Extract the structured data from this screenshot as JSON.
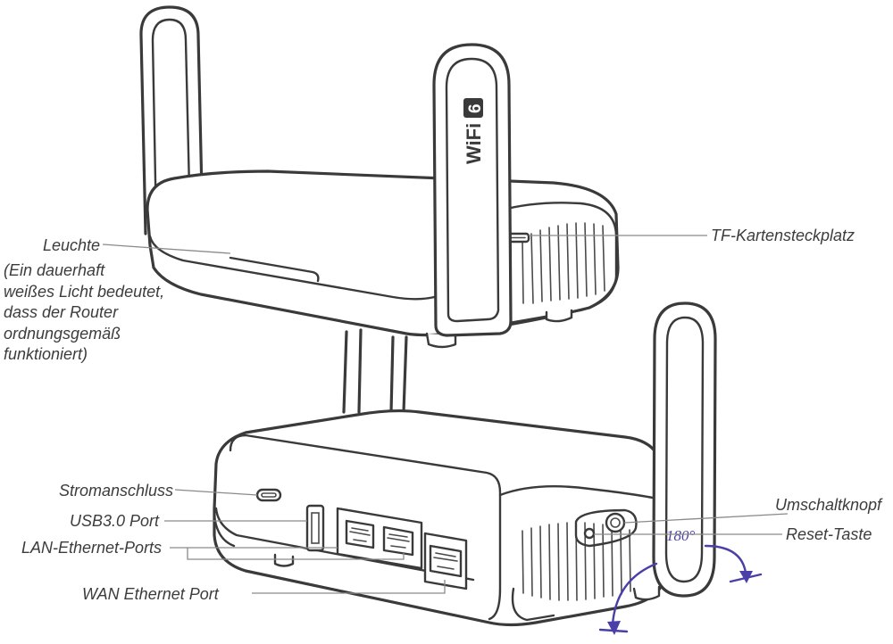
{
  "labels": {
    "leuchte": "Leuchte",
    "leuchte_note": [
      "(Ein dauerhaft",
      "weißes Licht bedeutet,",
      "dass der Router",
      "ordnungsgemäß",
      "funktioniert)"
    ],
    "tf_slot": "TF-Kartensteckplatz",
    "power": "Stromanschluss",
    "usb": "USB3.0 Port",
    "lan": "LAN-Ethernet-Ports",
    "wan": "WAN Ethernet Port",
    "switch": "Umschaltknopf",
    "reset": "Reset-Taste"
  },
  "antenna_text": "WiFi",
  "antenna_badge": "6",
  "rotation_label": "180°",
  "colors": {
    "line": "#3a3a3a",
    "label_text": "#3c3c3c",
    "leader": "#8a8a8a",
    "rotation_arrow": "#4a3fa8"
  }
}
